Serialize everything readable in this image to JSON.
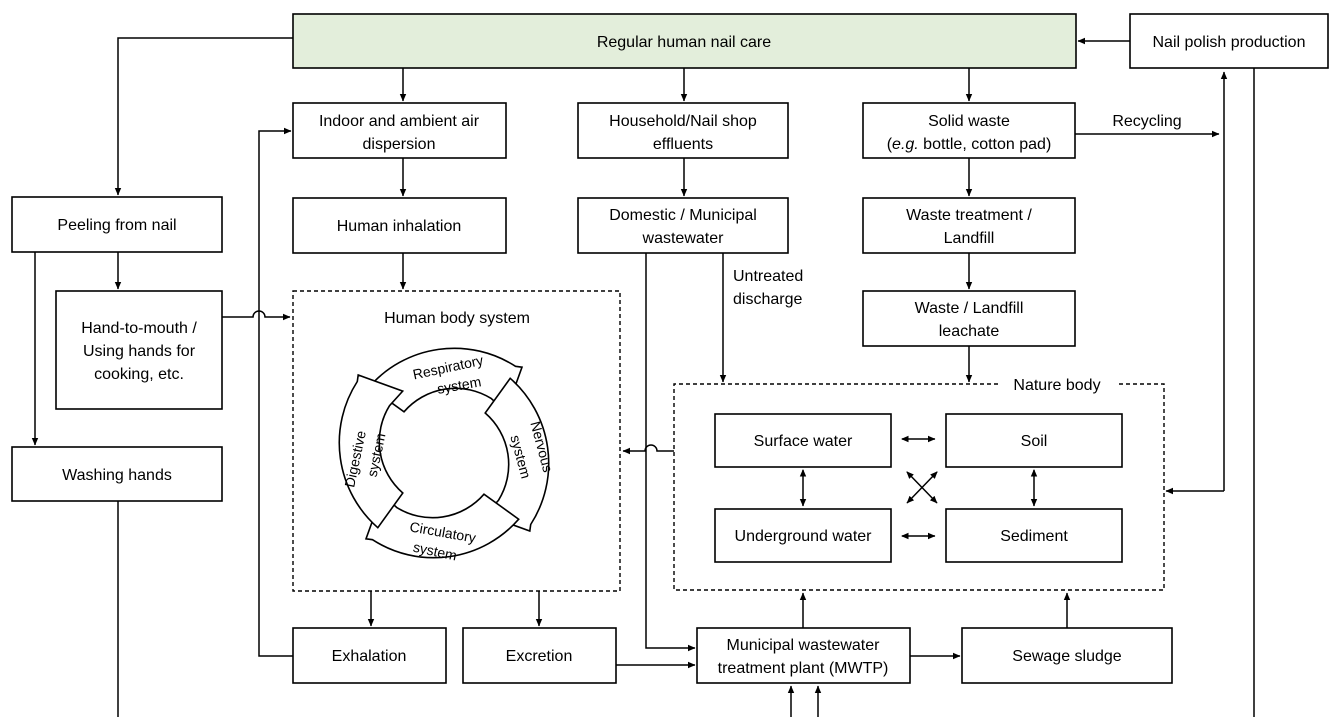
{
  "top": {
    "nail_care": "Regular human nail care",
    "nail_polish_production": "Nail polish production"
  },
  "pathways": {
    "air_dispersion": [
      "Indoor and ambient air",
      "dispersion"
    ],
    "effluents": [
      "Household/Nail shop",
      "effluents"
    ],
    "solid_waste": [
      "Solid waste",
      "(e.g. bottle, cotton pad)"
    ],
    "solid_waste_eg": "e.g.",
    "solid_waste_rest": " bottle, cotton pad)",
    "recycling": "Recycling",
    "human_inhalation": "Human inhalation",
    "municipal_wastewater": [
      "Domestic / Municipal",
      "wastewater"
    ],
    "untreated_discharge": [
      "Untreated",
      "discharge"
    ],
    "waste_treatment": [
      "Waste treatment /",
      "Landfill"
    ],
    "leachate": [
      "Waste / Landfill",
      "leachate"
    ]
  },
  "left": {
    "peeling": "Peeling from nail",
    "hand_to_mouth": [
      "Hand-to-mouth /",
      "Using hands for",
      "cooking, etc."
    ],
    "washing_hands": "Washing hands"
  },
  "human_body": {
    "title": "Human body system",
    "systems": {
      "respiratory": [
        "Respiratory",
        "system"
      ],
      "nervous": [
        "Nervous",
        "system"
      ],
      "circulatory": [
        "Circulatory",
        "system"
      ],
      "digestive": [
        "Digestive",
        "system"
      ]
    }
  },
  "nature_body": {
    "title": "Nature body",
    "surface_water": "Surface water",
    "soil": "Soil",
    "underground_water": "Underground water",
    "sediment": "Sediment"
  },
  "bottom": {
    "exhalation": "Exhalation",
    "excretion": "Excretion",
    "mwtp": [
      "Municipal wastewater",
      "treatment plant (MWTP)"
    ],
    "sewage_sludge": "Sewage sludge"
  }
}
